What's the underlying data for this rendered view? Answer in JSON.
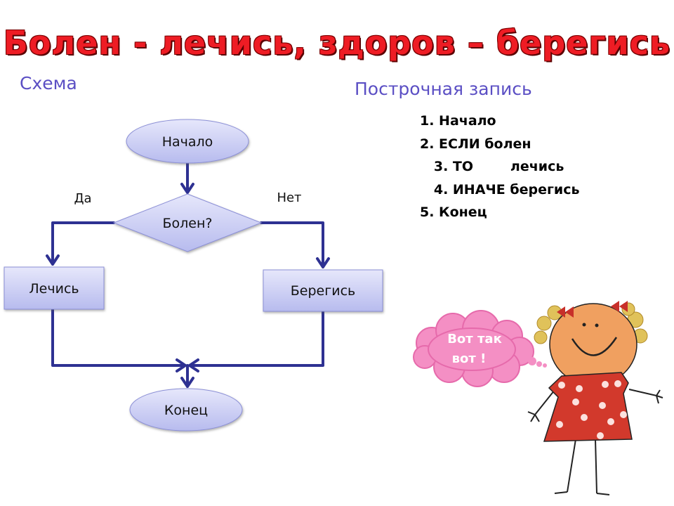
{
  "title": "Болен - лечись, здоров – берегись",
  "schema_label": "Схема",
  "listing_label": "Построчная запись",
  "steps": [
    "1. Начало",
    "2. ЕСЛИ болен",
    "   3. ТО        лечись",
    "   4. ИНАЧЕ берегись",
    "5. Конец"
  ],
  "flowchart": {
    "start": "Начало",
    "decision": "Болен?",
    "yes_label": "Да",
    "no_label": "Нет",
    "yes_action": "Лечись",
    "no_action": "Берегись",
    "end": "Конец"
  },
  "bubble": {
    "line1": "Вот так",
    "line2": "вот !"
  },
  "colors": {
    "title": "#ee1c24",
    "heading": "#5b4fc4",
    "connector": "#2e3192",
    "shape_fill": "#c8cbf2"
  }
}
